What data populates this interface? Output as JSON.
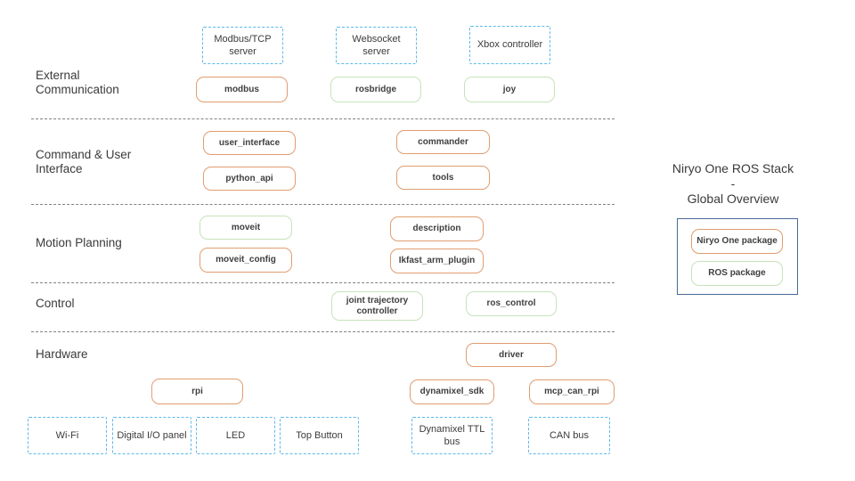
{
  "diagram_title": {
    "line1": "Niryo One ROS Stack",
    "line2": "-",
    "line3": "Global Overview"
  },
  "legend": {
    "niryo_package_label": "Niryo One package",
    "ros_package_label": "ROS package"
  },
  "colors": {
    "niryo_package_border": "#e19d6f",
    "ros_package_border": "#c6e3ba",
    "hardware_border": "#5db9e7",
    "legend_frame_border": "#4a6a96",
    "separator": "#818181",
    "text": "#3b3b3b"
  },
  "section_labels": [
    {
      "label": "External\nCommunication"
    },
    {
      "label": "Command & User\nInterface"
    },
    {
      "label": "Motion Planning"
    },
    {
      "label": "Control"
    },
    {
      "label": "Hardware"
    }
  ],
  "nodes": [
    {
      "label": "Modbus/TCP server",
      "type": "hardware-interface"
    },
    {
      "label": "Websocket server",
      "type": "hardware-interface"
    },
    {
      "label": "Xbox controller",
      "type": "hardware-interface"
    },
    {
      "label": "modbus",
      "type": "niryo-package"
    },
    {
      "label": "rosbridge",
      "type": "ros-package"
    },
    {
      "label": "joy",
      "type": "ros-package"
    },
    {
      "label": "user_interface",
      "type": "niryo-package"
    },
    {
      "label": "python_api",
      "type": "niryo-package"
    },
    {
      "label": "commander",
      "type": "niryo-package"
    },
    {
      "label": "tools",
      "type": "niryo-package"
    },
    {
      "label": "moveit",
      "type": "ros-package"
    },
    {
      "label": "moveit_config",
      "type": "niryo-package"
    },
    {
      "label": "description",
      "type": "niryo-package"
    },
    {
      "label": "Ikfast_arm_plugin",
      "type": "niryo-package"
    },
    {
      "label": "joint trajectory controller",
      "type": "ros-package"
    },
    {
      "label": "ros_control",
      "type": "ros-package"
    },
    {
      "label": "driver",
      "type": "niryo-package"
    },
    {
      "label": "rpi",
      "type": "niryo-package"
    },
    {
      "label": "dynamixel_sdk",
      "type": "niryo-package"
    },
    {
      "label": "mcp_can_rpi",
      "type": "niryo-package"
    },
    {
      "label": "Wi-Fi",
      "type": "hardware-interface"
    },
    {
      "label": "Digital I/O panel",
      "type": "hardware-interface"
    },
    {
      "label": "LED",
      "type": "hardware-interface"
    },
    {
      "label": "Top Button",
      "type": "hardware-interface"
    },
    {
      "label": "Dynamixel TTL bus",
      "type": "hardware-interface"
    },
    {
      "label": "CAN bus",
      "type": "hardware-interface"
    }
  ]
}
